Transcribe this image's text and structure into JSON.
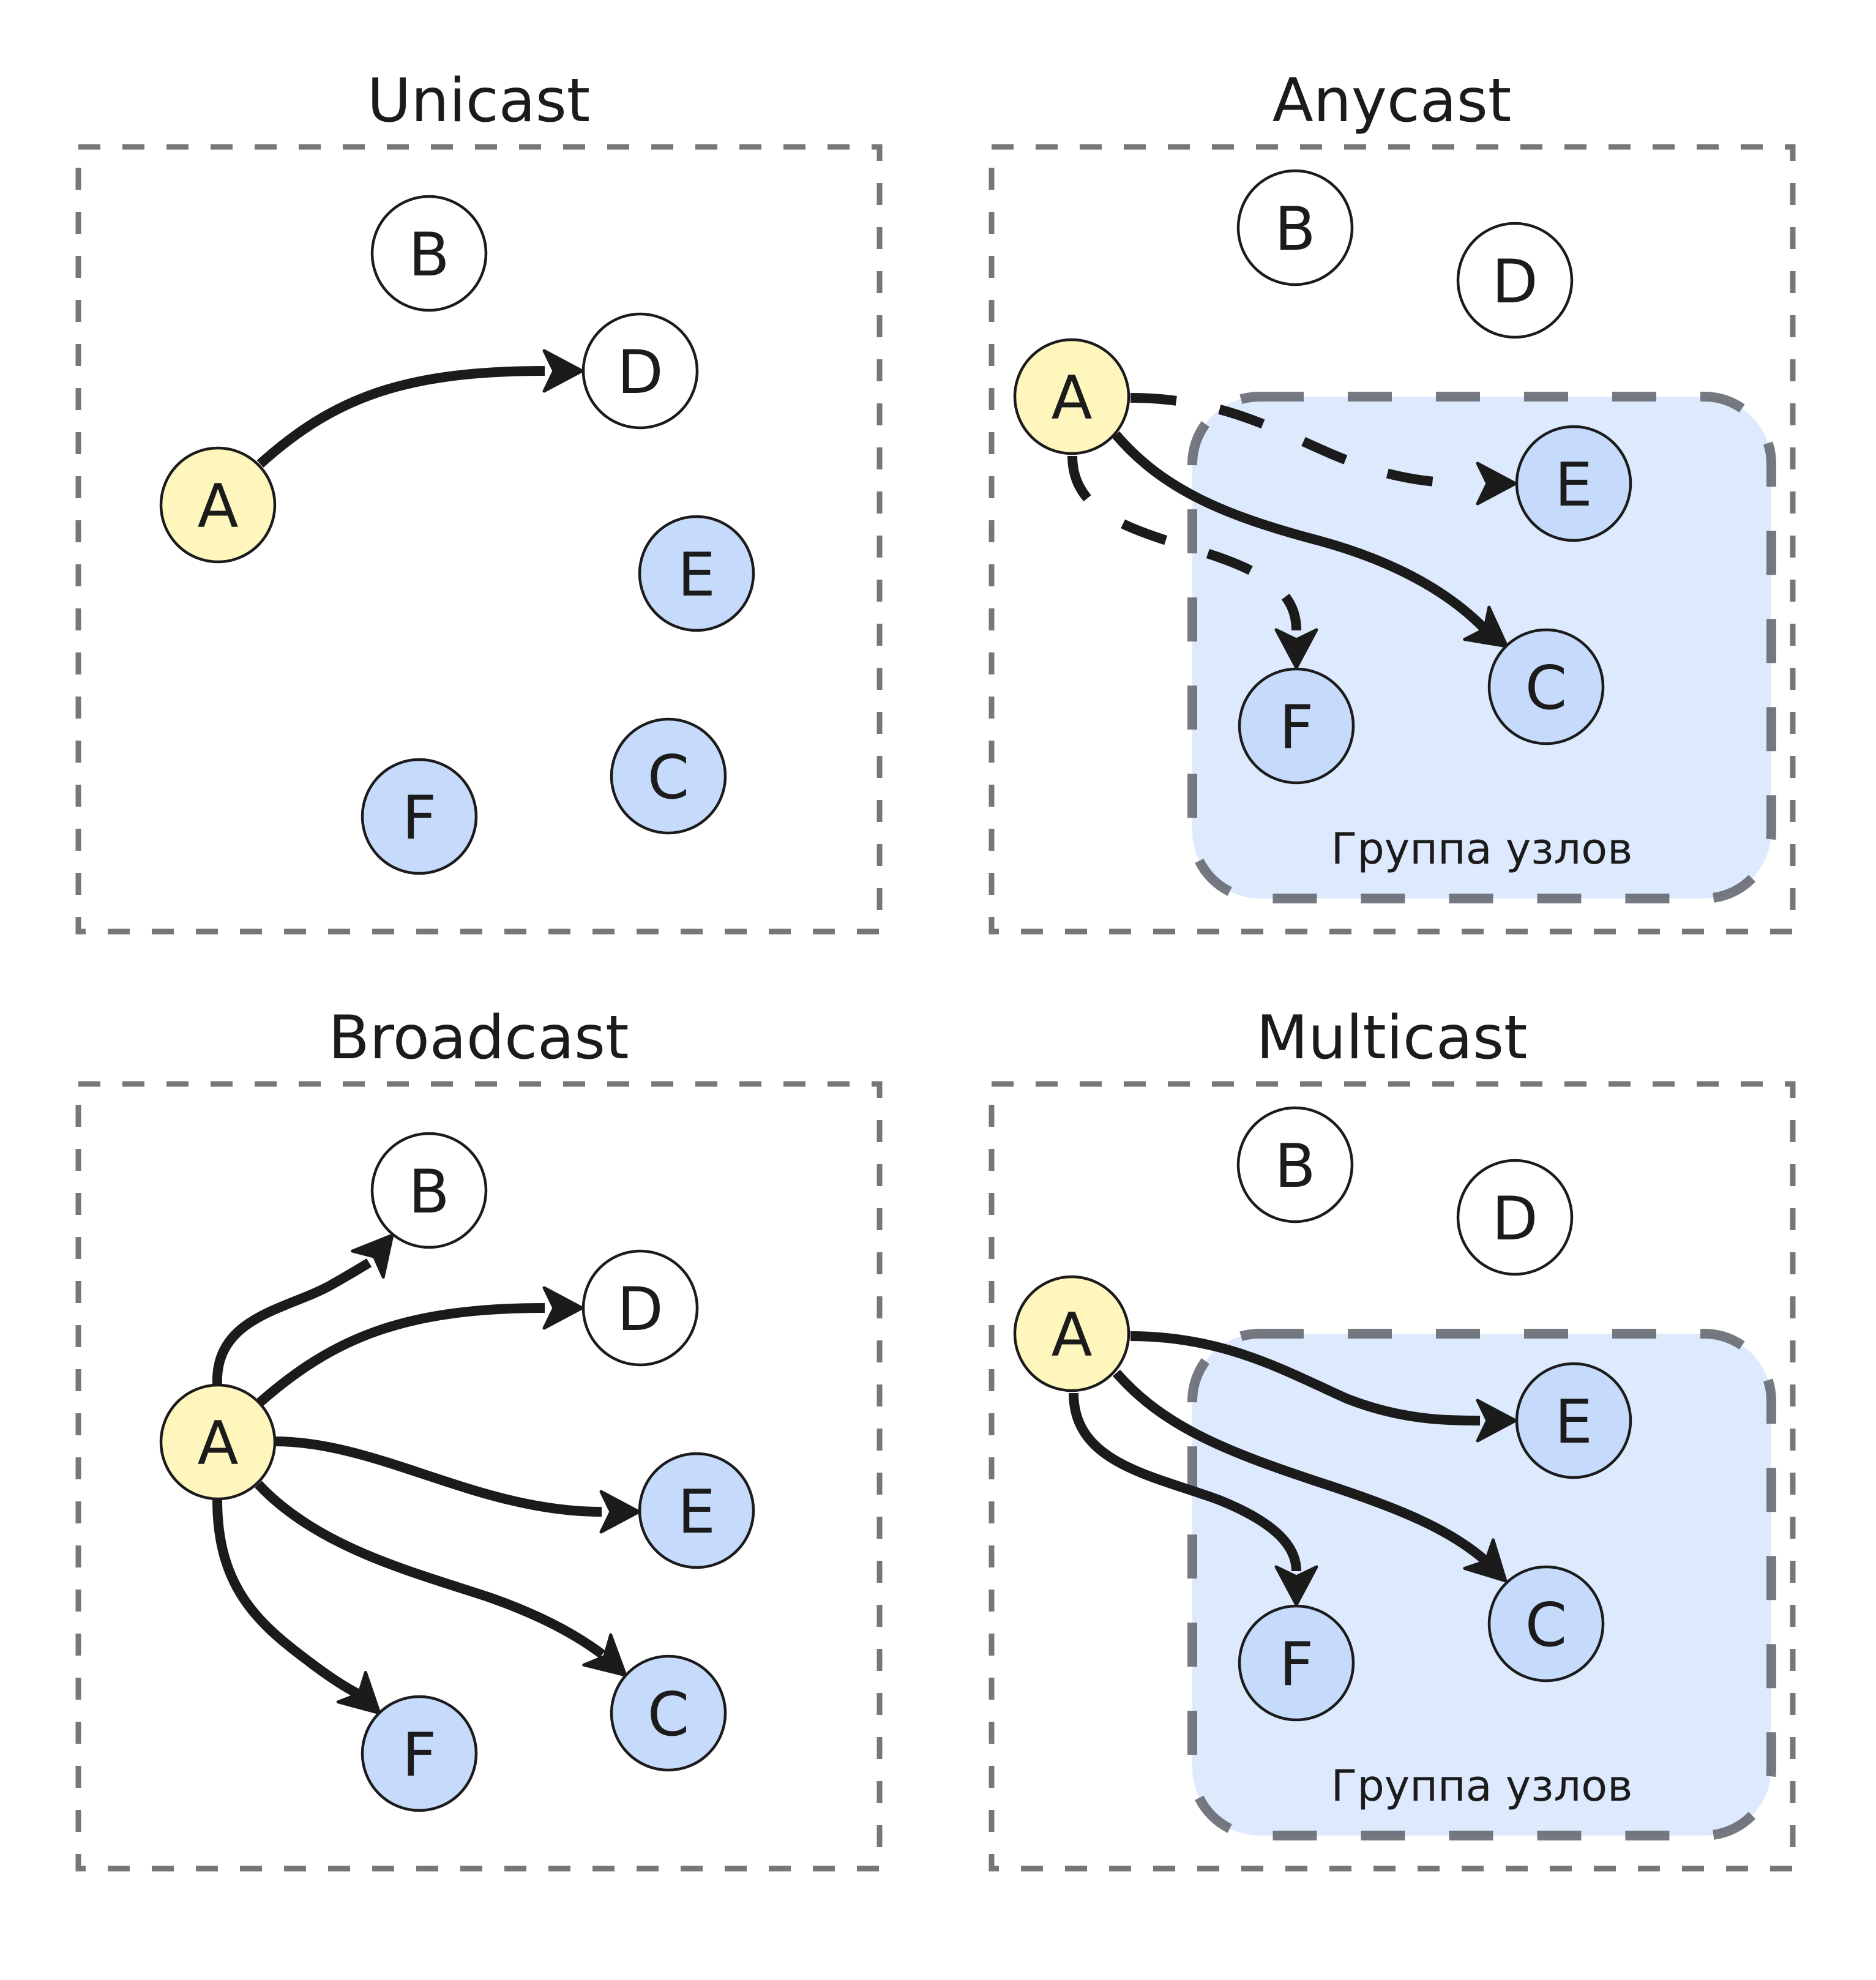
{
  "colors": {
    "text": "#1b1b1b",
    "frame": "#777777",
    "edge": "#1b1b1b",
    "node_stroke": "#1b1b1b",
    "sender_fill": "#fff6bd",
    "outside_fill": "#ffffff",
    "member_fill": "#c6dbfb",
    "group_fill": "#dde9fd",
    "group_stroke": "#5e6168"
  },
  "panels": [
    {
      "id": "unicast",
      "title": "Unicast",
      "group": null,
      "nodes": [
        {
          "id": "A",
          "label": "A",
          "kind": "sender"
        },
        {
          "id": "B",
          "label": "B",
          "kind": "outside"
        },
        {
          "id": "D",
          "label": "D",
          "kind": "outside"
        },
        {
          "id": "E",
          "label": "E",
          "kind": "member"
        },
        {
          "id": "C",
          "label": "C",
          "kind": "member"
        },
        {
          "id": "F",
          "label": "F",
          "kind": "member"
        }
      ],
      "edges": [
        {
          "from": "A",
          "to": "D",
          "style": "solid"
        }
      ]
    },
    {
      "id": "anycast",
      "title": "Anycast",
      "group": {
        "label": "Группа узлов"
      },
      "nodes": [
        {
          "id": "A",
          "label": "A",
          "kind": "sender"
        },
        {
          "id": "B",
          "label": "B",
          "kind": "outside"
        },
        {
          "id": "D",
          "label": "D",
          "kind": "outside"
        },
        {
          "id": "E",
          "label": "E",
          "kind": "member"
        },
        {
          "id": "C",
          "label": "C",
          "kind": "member"
        },
        {
          "id": "F",
          "label": "F",
          "kind": "member"
        }
      ],
      "edges": [
        {
          "from": "A",
          "to": "E",
          "style": "dashed"
        },
        {
          "from": "A",
          "to": "C",
          "style": "solid"
        },
        {
          "from": "A",
          "to": "F",
          "style": "dashed"
        }
      ]
    },
    {
      "id": "broadcast",
      "title": "Broadcast",
      "group": null,
      "nodes": [
        {
          "id": "A",
          "label": "A",
          "kind": "sender"
        },
        {
          "id": "B",
          "label": "B",
          "kind": "outside"
        },
        {
          "id": "D",
          "label": "D",
          "kind": "outside"
        },
        {
          "id": "E",
          "label": "E",
          "kind": "member"
        },
        {
          "id": "C",
          "label": "C",
          "kind": "member"
        },
        {
          "id": "F",
          "label": "F",
          "kind": "member"
        }
      ],
      "edges": [
        {
          "from": "A",
          "to": "B",
          "style": "solid"
        },
        {
          "from": "A",
          "to": "D",
          "style": "solid"
        },
        {
          "from": "A",
          "to": "E",
          "style": "solid"
        },
        {
          "from": "A",
          "to": "C",
          "style": "solid"
        },
        {
          "from": "A",
          "to": "F",
          "style": "solid"
        }
      ]
    },
    {
      "id": "multicast",
      "title": "Multicast",
      "group": {
        "label": "Группа узлов"
      },
      "nodes": [
        {
          "id": "A",
          "label": "A",
          "kind": "sender"
        },
        {
          "id": "B",
          "label": "B",
          "kind": "outside"
        },
        {
          "id": "D",
          "label": "D",
          "kind": "outside"
        },
        {
          "id": "E",
          "label": "E",
          "kind": "member"
        },
        {
          "id": "C",
          "label": "C",
          "kind": "member"
        },
        {
          "id": "F",
          "label": "F",
          "kind": "member"
        }
      ],
      "edges": [
        {
          "from": "A",
          "to": "E",
          "style": "solid"
        },
        {
          "from": "A",
          "to": "C",
          "style": "solid"
        },
        {
          "from": "A",
          "to": "F",
          "style": "solid"
        }
      ]
    }
  ]
}
